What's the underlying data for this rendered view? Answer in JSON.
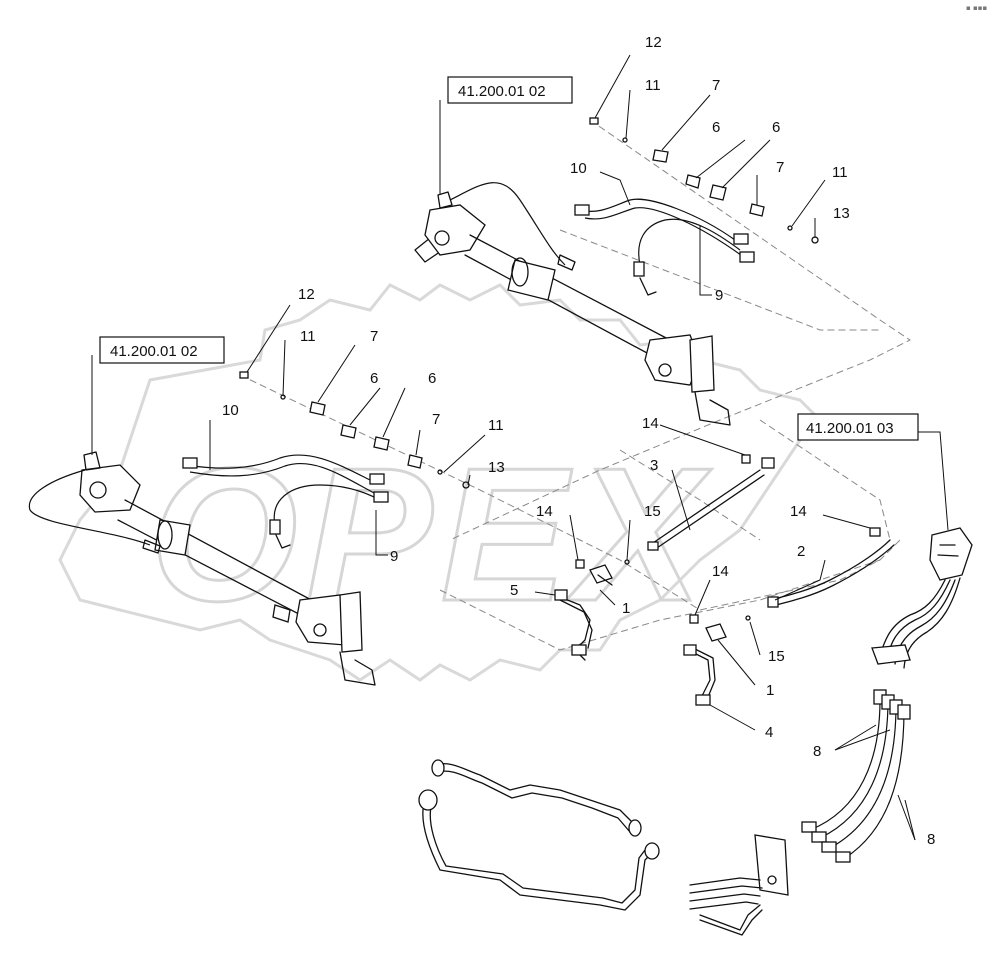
{
  "corner_mark": "▪ ▪▪▪",
  "references": {
    "top": "41.200.01 02",
    "left": "41.200.01 02",
    "right": "41.200.01 03"
  },
  "callouts": {
    "c12_top": "12",
    "c11_top": "11",
    "c7_top": "7",
    "c10_top": "10",
    "c6_top_a": "6",
    "c6_top_b": "6",
    "c7_top_b": "7",
    "c11_top_b": "11",
    "c13_top": "13",
    "c9_top": "9",
    "c12_left": "12",
    "c11_left": "11",
    "c7_left": "7",
    "c10_left": "10",
    "c6_left_a": "6",
    "c6_left_b": "6",
    "c7_left_b": "7",
    "c11_left_b": "11",
    "c13_left": "13",
    "c9_left": "9",
    "c14_a": "14",
    "c3": "3",
    "c14_b": "14",
    "c15_a": "15",
    "c5": "5",
    "c1_a": "1",
    "c14_c": "14",
    "c2": "2",
    "c14_d": "14",
    "c15_b": "15",
    "c1_b": "1",
    "c4": "4",
    "c8_a": "8",
    "c8_b": "8"
  }
}
